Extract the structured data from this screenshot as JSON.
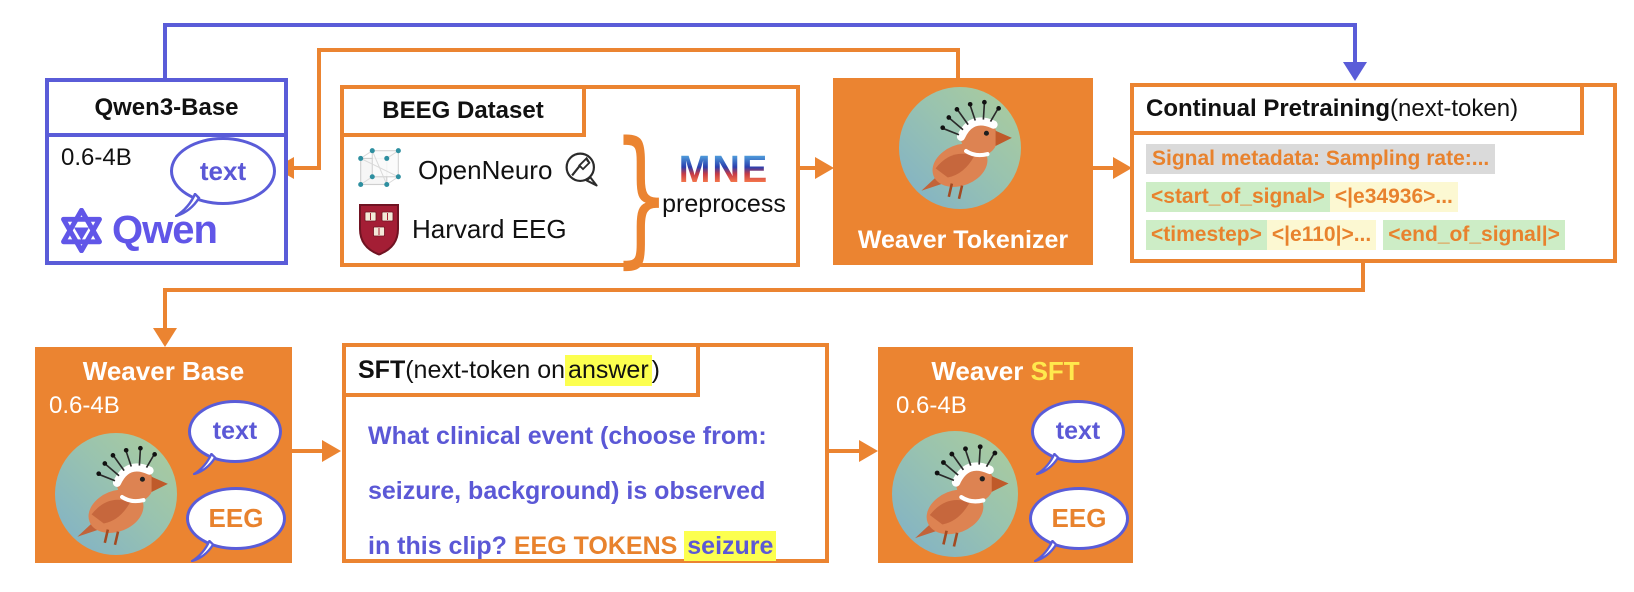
{
  "colors": {
    "orange": "#eb8431",
    "blue_purple": "#5a5cd8",
    "qwen_purple": "#6156e8",
    "yellow_highlight": "#fcff4f",
    "green_highlight": "#cdedc6",
    "cream_highlight": "#fcf8d2",
    "gray_highlight": "#dadada",
    "sft_yellow_title": "#ffe94d"
  },
  "top_row": {
    "qwen": {
      "title": "Qwen3-Base",
      "size": "0.6-4B",
      "bubble_text": "text",
      "logo_word": "Qwen"
    },
    "beeg": {
      "title": "BEEG Dataset",
      "sources": [
        {
          "name": "OpenNeuro"
        },
        {
          "name": "Harvard EEG"
        }
      ],
      "tool_name": "MNE",
      "tool_action": "preprocess"
    },
    "tokenizer": {
      "title": "Weaver Tokenizer"
    },
    "pretrain": {
      "title_bold": "Continual Pretraining",
      "title_normal": " (next-token)",
      "line1": "Signal metadata: Sampling rate:...",
      "line2_start": "<start_of_signal>",
      "line2_tokens": "<|e34936>...",
      "line3_timestep": "<timestep>",
      "line3_tokens": "<|e110|>...",
      "line3_end": "<end_of_signal|>"
    }
  },
  "bottom_row": {
    "weaver_base": {
      "title": "Weaver Base",
      "size": "0.6-4B",
      "bubble_text": "text",
      "bubble_eeg": "EEG"
    },
    "sft": {
      "title_bold": "SFT",
      "title_pre": " (next-token on ",
      "title_highlight": "answer",
      "title_post": ")",
      "line1": "What clinical event (choose from:",
      "line2": "seizure, background) is observed",
      "line3_pre": "in this clip? ",
      "line3_tokens": "EEG TOKENS",
      "line3_answer": "seizure"
    },
    "weaver_sft": {
      "title_white": "Weaver ",
      "title_yellow": "SFT",
      "size": "0.6-4B",
      "bubble_text": "text",
      "bubble_eeg": "EEG"
    }
  }
}
